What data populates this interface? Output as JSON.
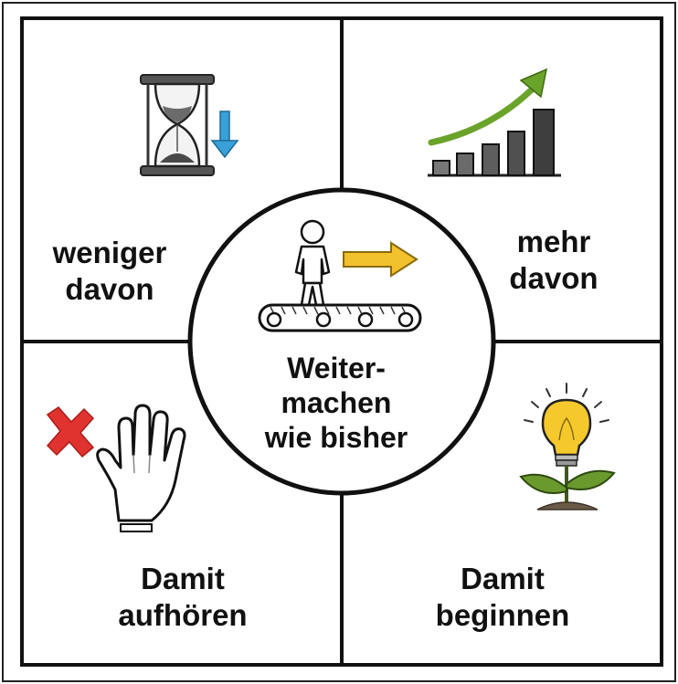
{
  "quadrants": {
    "top_left": {
      "line1": "weniger",
      "line2": "davon",
      "icon": "hourglass-down-icon"
    },
    "top_right": {
      "line1": "mehr",
      "line2": "davon",
      "icon": "growth-chart-icon"
    },
    "bottom_left": {
      "line1": "Damit",
      "line2": "aufhören",
      "icon": "stop-hand-icon"
    },
    "bottom_right": {
      "line1": "Damit",
      "line2": "beginnen",
      "icon": "lightbulb-plant-icon"
    }
  },
  "center": {
    "line1": "Weiter-",
    "line2": "machen",
    "line3": "wie bisher",
    "icon": "conveyor-walker-icon"
  },
  "colors": {
    "down_arrow": "#3aa0d8",
    "growth_arrow": "#6aa32a",
    "forward_arrow": "#f2c12e",
    "cross": "#e0332f",
    "bulb": "#f5c92c",
    "leaf": "#6a9a2e"
  }
}
